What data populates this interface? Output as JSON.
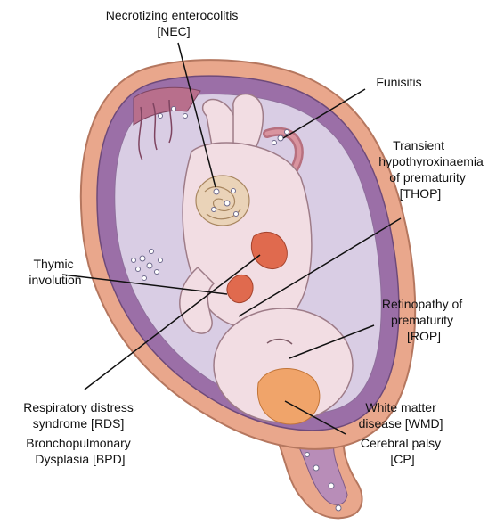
{
  "labels": {
    "nec": [
      "Necrotizing enterocolitis",
      "[NEC]"
    ],
    "funisitis": [
      "Funisitis"
    ],
    "thop": [
      "Transient",
      "hypothyroxinaemia",
      "of prematurity",
      "[THOP]"
    ],
    "thymic": [
      "Thymic",
      "involution"
    ],
    "rop": [
      "Retinopathy of",
      "prematurity",
      "[ROP]"
    ],
    "rds": [
      "Respiratory distress",
      "syndrome [RDS]",
      "Bronchopulmonary",
      "Dysplasia [BPD]"
    ],
    "wmd": [
      "White matter",
      "disease [WMD]",
      "Cerebral palsy",
      "[CP]"
    ]
  },
  "colors": {
    "uterus_wall": "#e9a78c",
    "uterus_inner": "#9b6fa7",
    "amniotic": "#d9cde4",
    "fetus_skin": "#f2dde3",
    "inflammation": "#e06a4e",
    "brain_lesion": "#f0a46a",
    "leader_line": "#111111"
  }
}
